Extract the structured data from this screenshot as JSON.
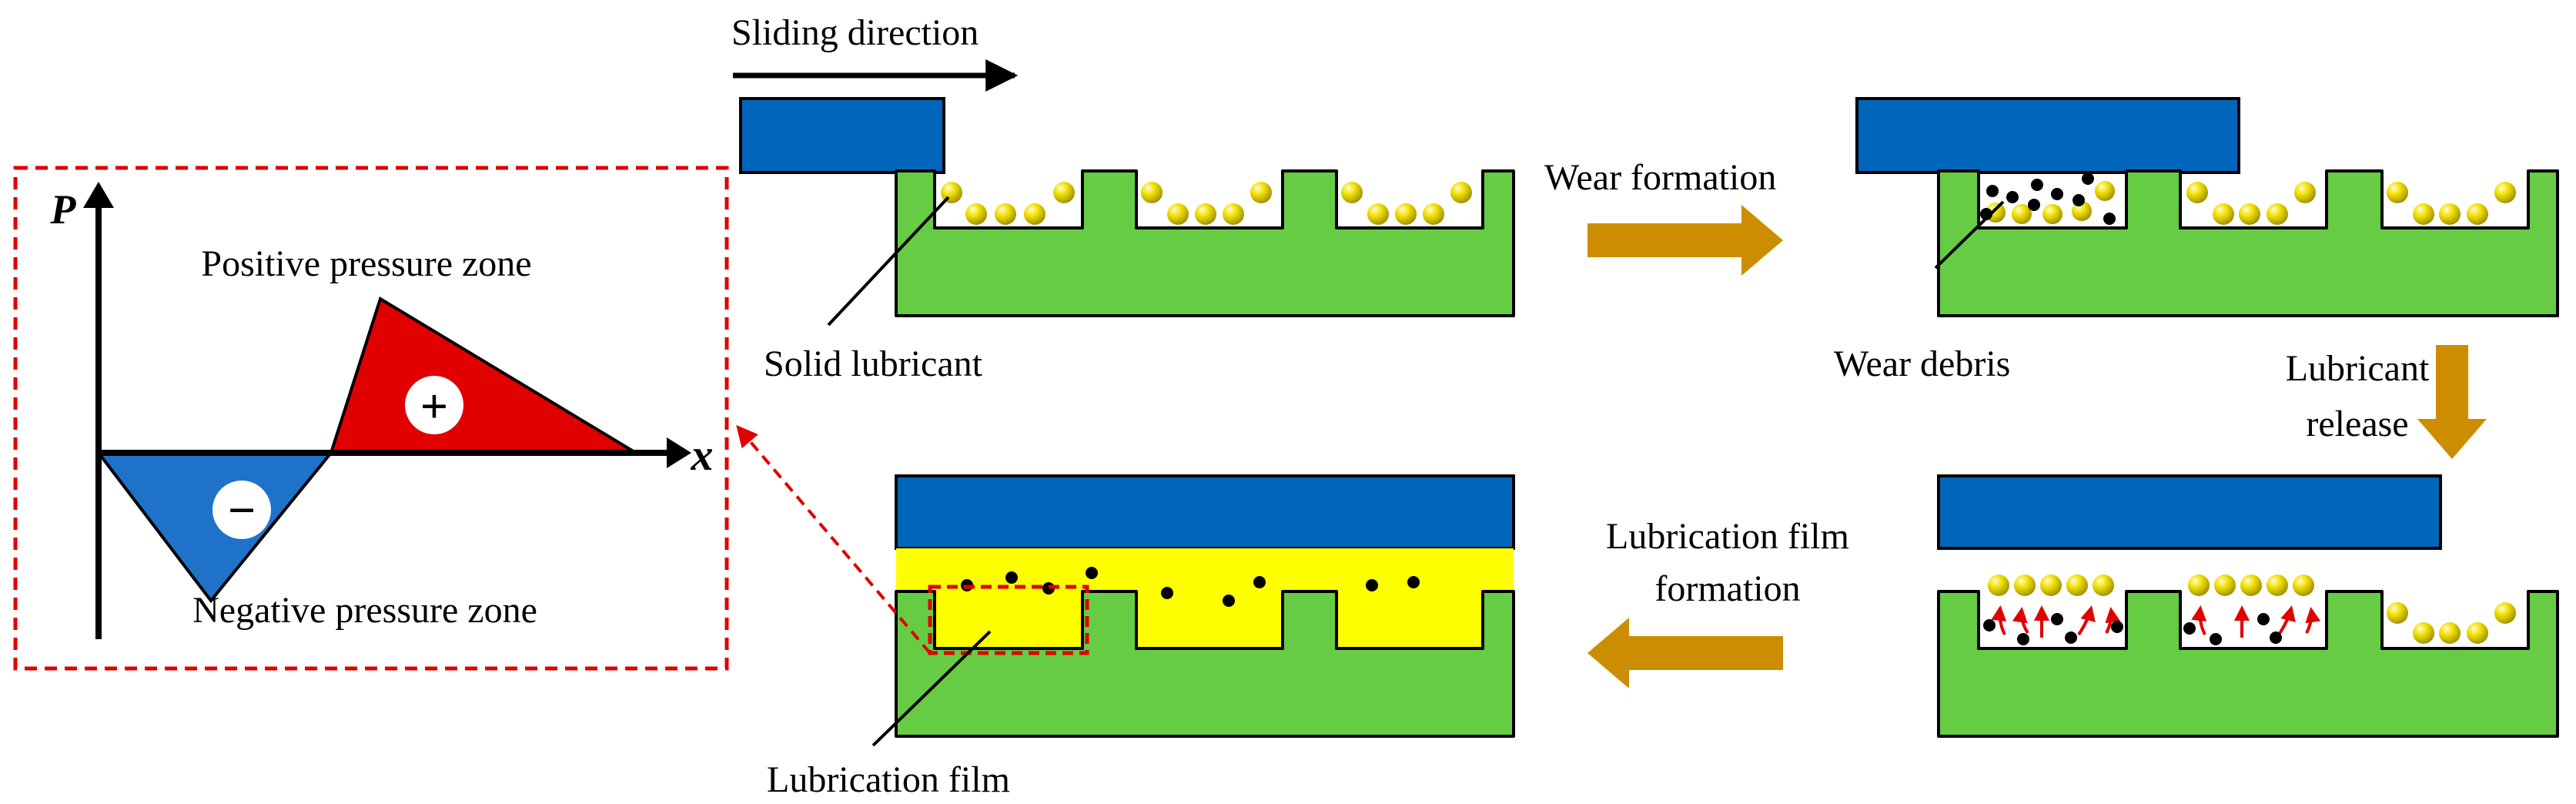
{
  "graph": {
    "y_axis_label": "P",
    "x_axis_label": "x",
    "positive_zone_label": "Positive pressure zone",
    "negative_zone_label": "Negative pressure zone",
    "plus_symbol": "+",
    "minus_symbol": "−"
  },
  "labels": {
    "sliding_direction": "Sliding direction",
    "solid_lubricant": "Solid lubricant",
    "wear_formation": "Wear formation",
    "wear_debris": "Wear debris",
    "lubricant_release_line1": "Lubricant",
    "lubricant_release_line2": "release",
    "lubrication_film_formation_line1": "Lubrication film",
    "lubrication_film_formation_line2": "formation",
    "lubrication_film": "Lubrication film"
  },
  "colors": {
    "counterface": "#0066BB",
    "substrate": "#66CC44",
    "lubricant_particle": "#E8D400",
    "lubrication_film": "#FFFF00",
    "debris": "#000000",
    "process_arrow": "#CC8E00",
    "highlight_box": "#E00000",
    "positive_zone": "#E00000",
    "negative_zone": "#1E73C8"
  }
}
